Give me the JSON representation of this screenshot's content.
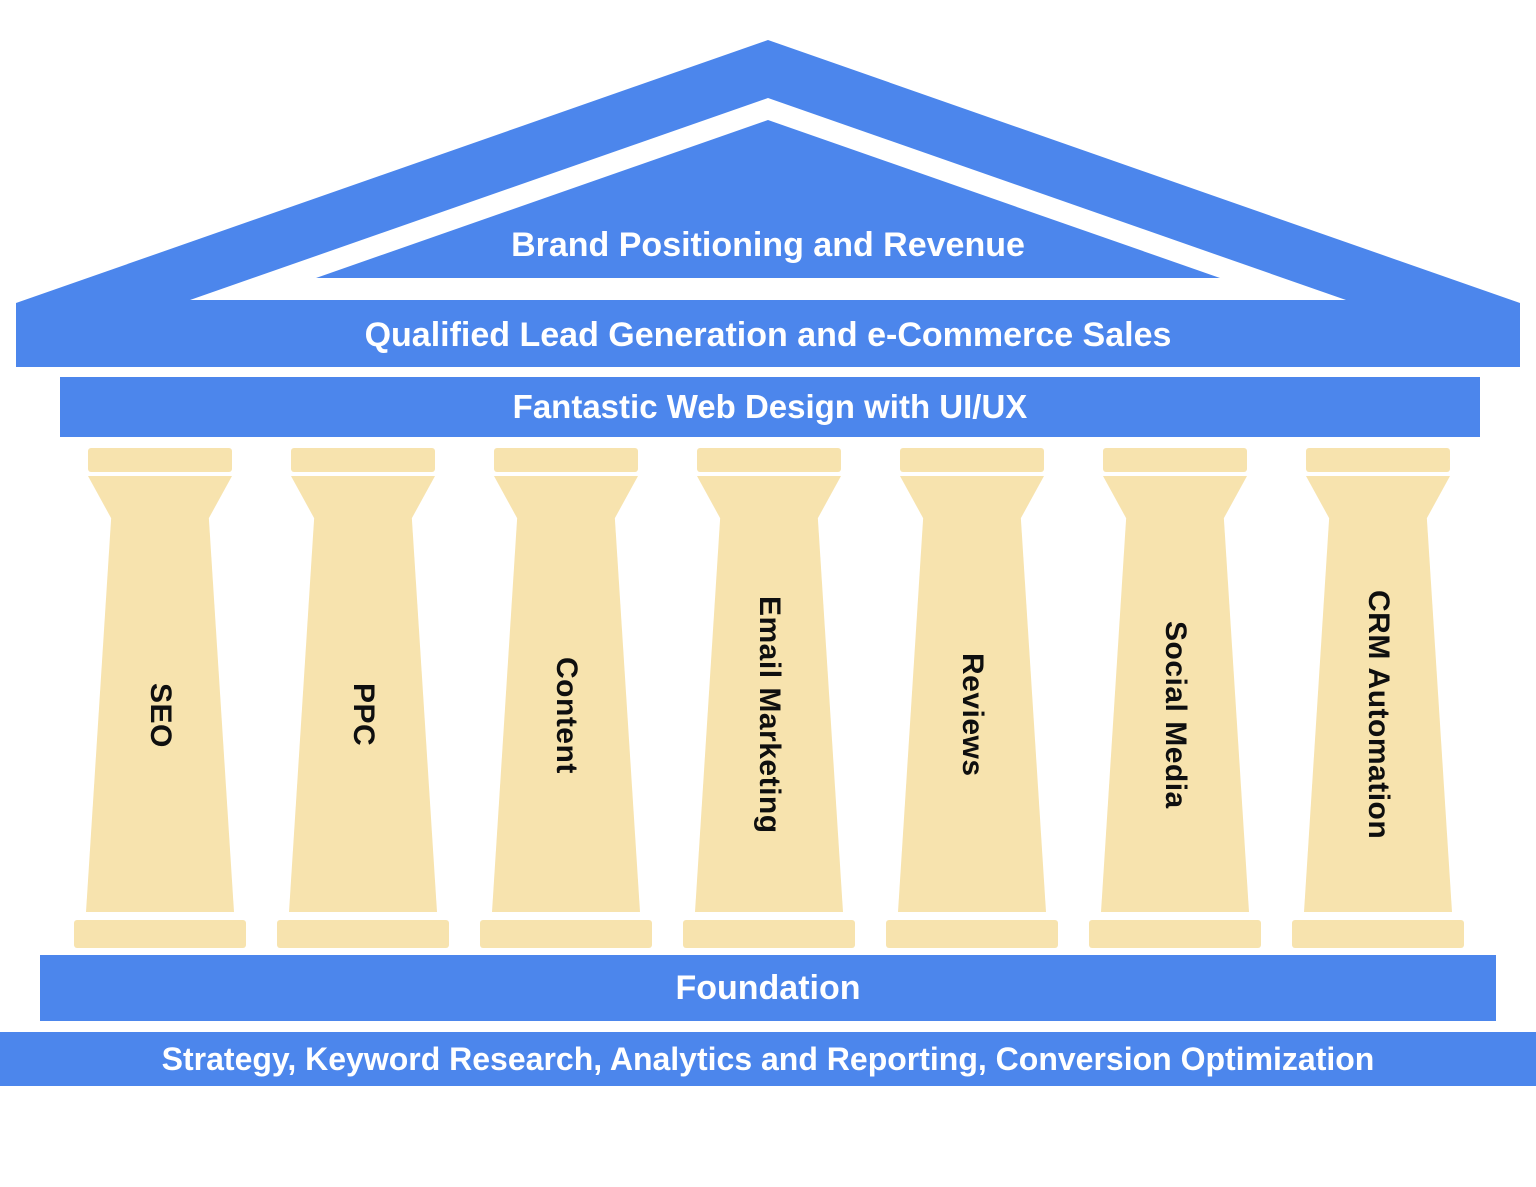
{
  "colors": {
    "blue": "#4c86ec",
    "tan": "#f7e3ae",
    "label_dark": "#0f0f0f",
    "label_light": "#ffffff"
  },
  "pediment": {
    "title": "Brand Positioning and Revenue"
  },
  "architrave": {
    "label": "Qualified Lead Generation and e-Commerce Sales"
  },
  "frieze": {
    "label": "Fantastic Web Design with UI/UX"
  },
  "columns": [
    {
      "label": "SEO"
    },
    {
      "label": "PPC"
    },
    {
      "label": "Content"
    },
    {
      "label": "Email Marketing"
    },
    {
      "label": "Reviews"
    },
    {
      "label": "Social Media"
    },
    {
      "label": "CRM Automation"
    }
  ],
  "foundation": {
    "label": "Foundation"
  },
  "baseline": {
    "label": "Strategy, Keyword Research, Analytics and Reporting, Conversion Optimization"
  }
}
